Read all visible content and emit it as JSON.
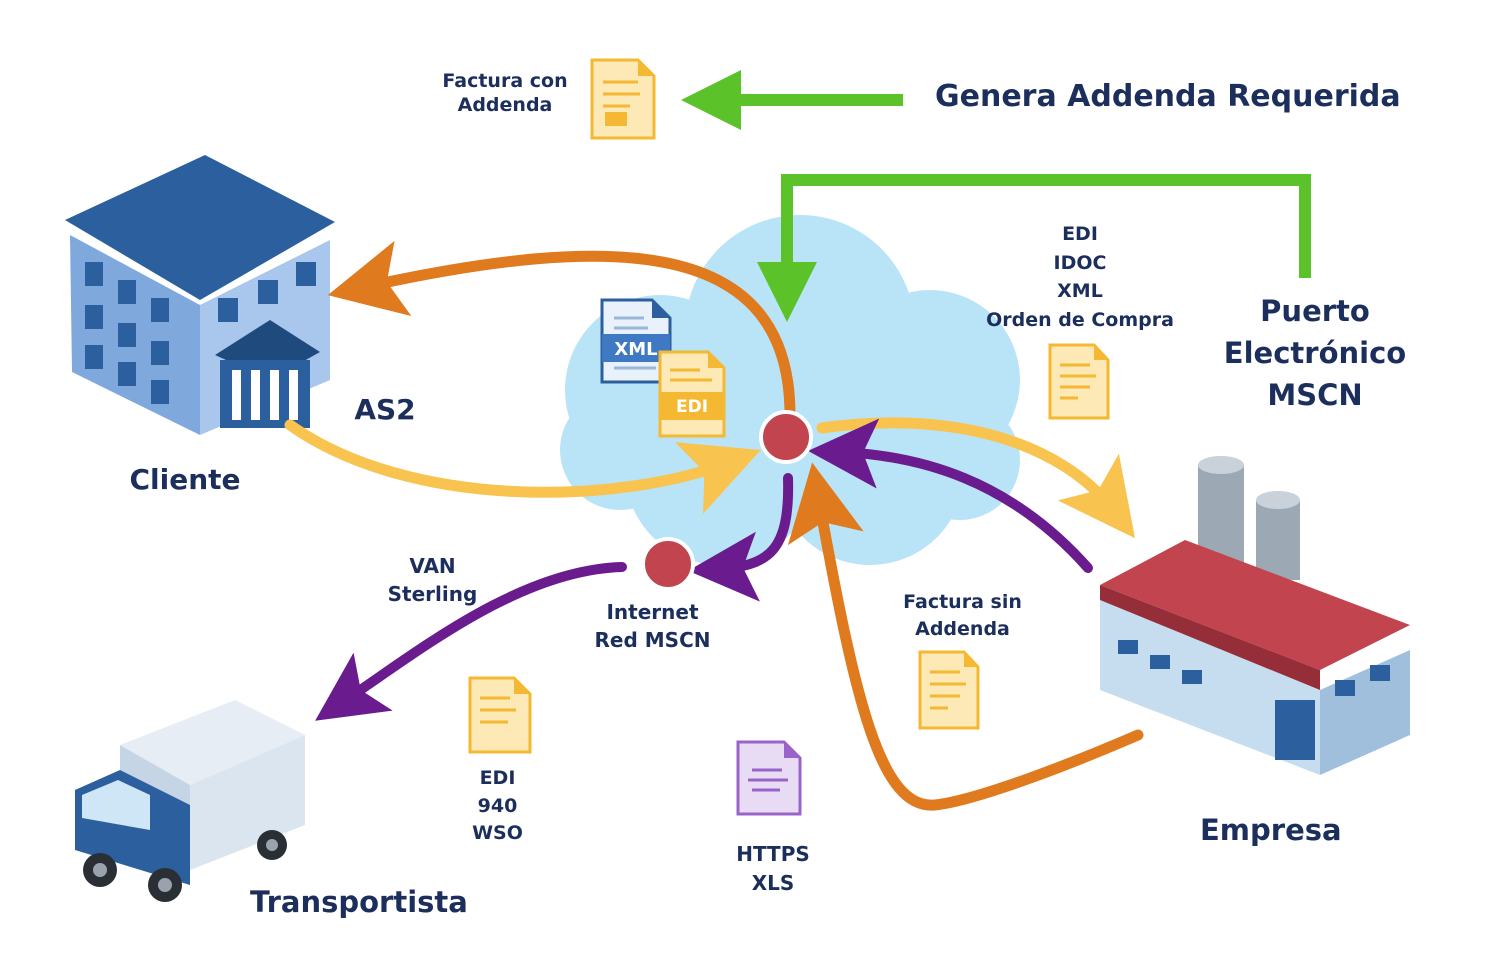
{
  "title": "Genera Addenda Requerida",
  "invoice_with_addenda": [
    "Factura con",
    "Addenda"
  ],
  "nodes": {
    "cliente": "Cliente",
    "transportista": "Transportista",
    "empresa": "Empresa",
    "puerto": [
      "Puerto",
      "Electrónico",
      "MSCN"
    ]
  },
  "protocols": {
    "as2": "AS2",
    "van": [
      "VAN",
      "Sterling"
    ],
    "internet": [
      "Internet",
      "Red MSCN"
    ],
    "https": [
      "HTTPS",
      "XLS"
    ]
  },
  "doc_formats": [
    "EDI",
    "IDOC",
    "XML",
    "Orden de Compra"
  ],
  "invoice_without_addenda": [
    "Factura sin",
    "Addenda"
  ],
  "carrier_formats": [
    "EDI",
    "940",
    "WSO"
  ],
  "cloud_docs": {
    "xml": "XML",
    "edi": "EDI"
  },
  "colors": {
    "orange": "#e07a1e",
    "yellow": "#f8c44f",
    "purple": "#6a1b8e",
    "green": "#5cc22a",
    "navy": "#1c2f5c",
    "node_red": "#c1444e",
    "cloud": "#b9e4f7"
  }
}
